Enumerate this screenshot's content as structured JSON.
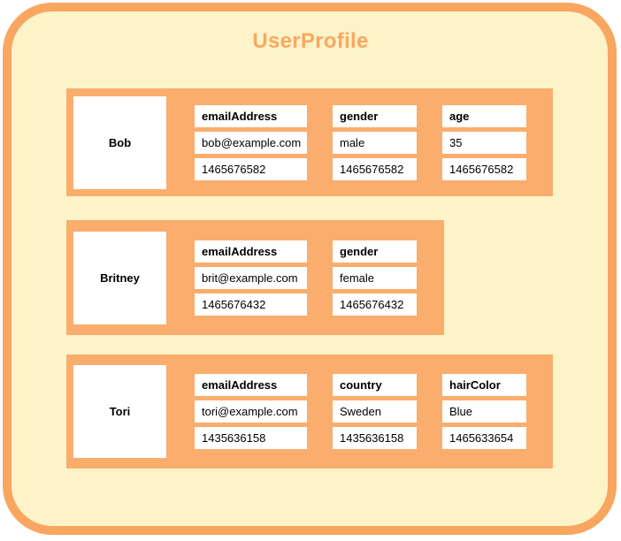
{
  "title": "UserProfile",
  "colors": {
    "page_background": "#FFFFFF",
    "panel_fill": "#FCF3C9",
    "panel_border": "#F8A660",
    "row_fill": "#FAAD6C",
    "cell_fill": "#FFFFFF",
    "title_text": "#F9A860",
    "cell_text": "#000000"
  },
  "rows": [
    {
      "key": "Bob",
      "columns": [
        {
          "name": "emailAddress",
          "value": "bob@example.com",
          "timestamp": "1465676582"
        },
        {
          "name": "gender",
          "value": "male",
          "timestamp": "1465676582"
        },
        {
          "name": "age",
          "value": "35",
          "timestamp": "1465676582"
        }
      ]
    },
    {
      "key": "Britney",
      "columns": [
        {
          "name": "emailAddress",
          "value": "brit@example.com",
          "timestamp": "1465676432"
        },
        {
          "name": "gender",
          "value": "female",
          "timestamp": "1465676432"
        }
      ]
    },
    {
      "key": "Tori",
      "columns": [
        {
          "name": "emailAddress",
          "value": "tori@example.com",
          "timestamp": "1435636158"
        },
        {
          "name": "country",
          "value": "Sweden",
          "timestamp": "1435636158"
        },
        {
          "name": "hairColor",
          "value": "Blue",
          "timestamp": "1465633654"
        }
      ]
    }
  ]
}
